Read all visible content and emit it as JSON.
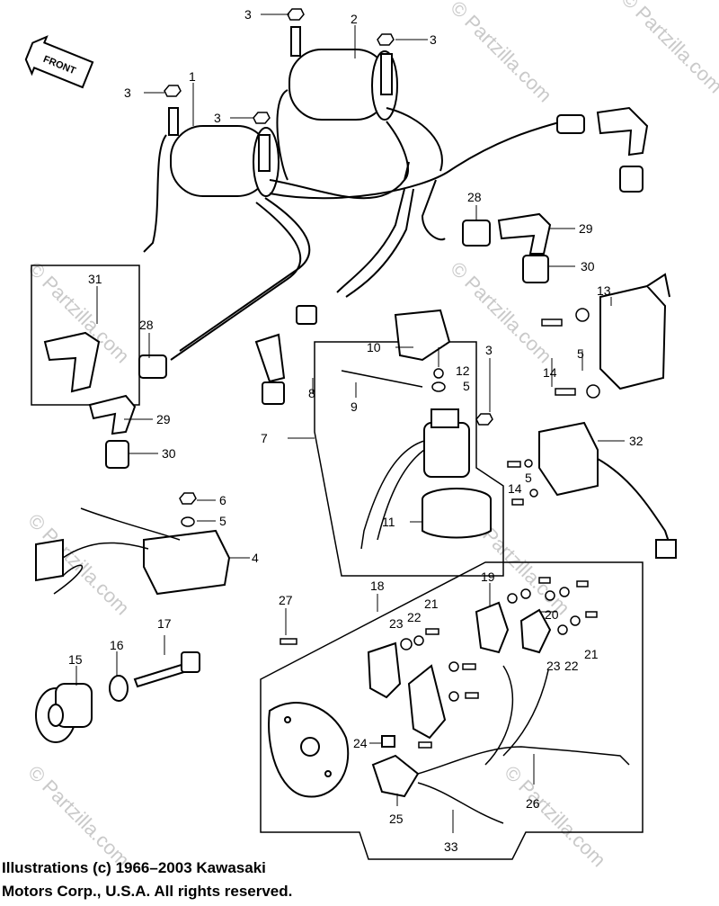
{
  "copyright": {
    "line1": "Illustrations (c) 1966–2003 Kawasaki",
    "line2": "Motors Corp., U.S.A.  All rights reserved."
  },
  "direction_tag": "FRONT",
  "watermark": "© Partzilla.com",
  "callouts": [
    "1",
    "2",
    "3",
    "4",
    "5",
    "6",
    "7",
    "8",
    "9",
    "10",
    "11",
    "12",
    "13",
    "14",
    "15",
    "16",
    "17",
    "18",
    "19",
    "20",
    "21",
    "22",
    "23",
    "24",
    "25",
    "26",
    "27",
    "28",
    "29",
    "30",
    "31",
    "32",
    "33"
  ]
}
